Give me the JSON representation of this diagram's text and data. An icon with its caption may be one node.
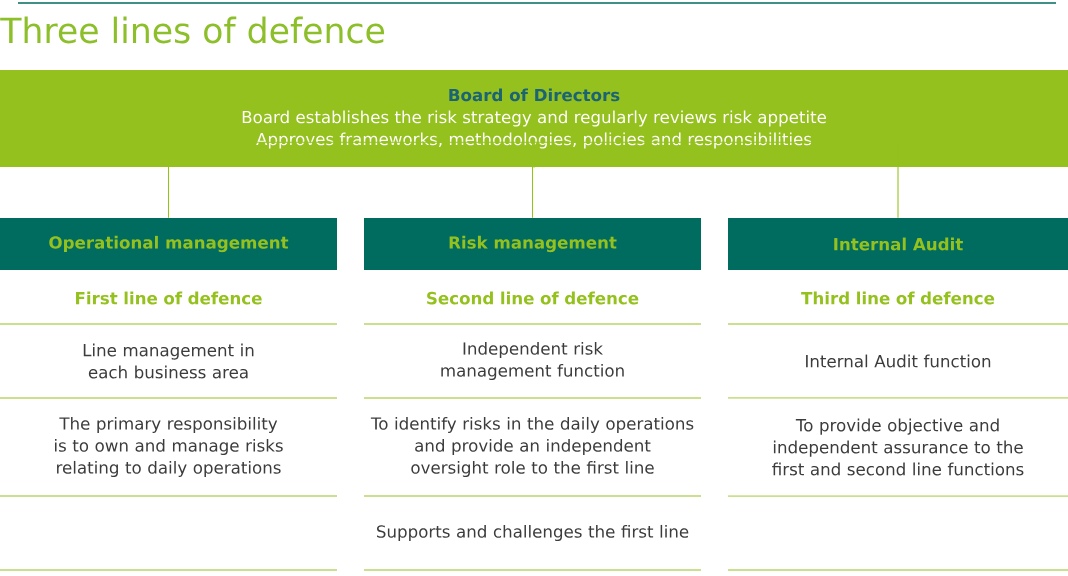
{
  "diagram": {
    "title": "Three lines of defence",
    "nodes": [
      {
        "text": [
          "Board of Directors",
          "Board establishes the risk strategy and regularly reviews risk appetite",
          "Approves frameworks, methodologies, policies and responsibilities"
        ]
      },
      {
        "text": [
          "Operational management"
        ]
      },
      {
        "text": [
          "Risk management"
        ]
      },
      {
        "text": [
          "Internal Audit"
        ]
      }
    ],
    "edges": [
      {
        "from": 0,
        "to": 1,
        "arrow": "none"
      },
      {
        "from": 0,
        "to": 2,
        "arrow": "none"
      },
      {
        "from": 0,
        "to": 3,
        "arrow": "none"
      }
    ],
    "labels": [
      "First line of defence",
      "Second line of defence",
      "Third line of defence",
      "Line management in each business area",
      "Independent risk management function",
      "Internal Audit function",
      "The primary responsibility is to own and manage risks relating to daily operations",
      "To identify risks in the daily operations and provide an independent oversight role to the first line",
      "To provide objective and independent assurance to the first and second line functions",
      "Supports and challenges the first line"
    ]
  }
}
